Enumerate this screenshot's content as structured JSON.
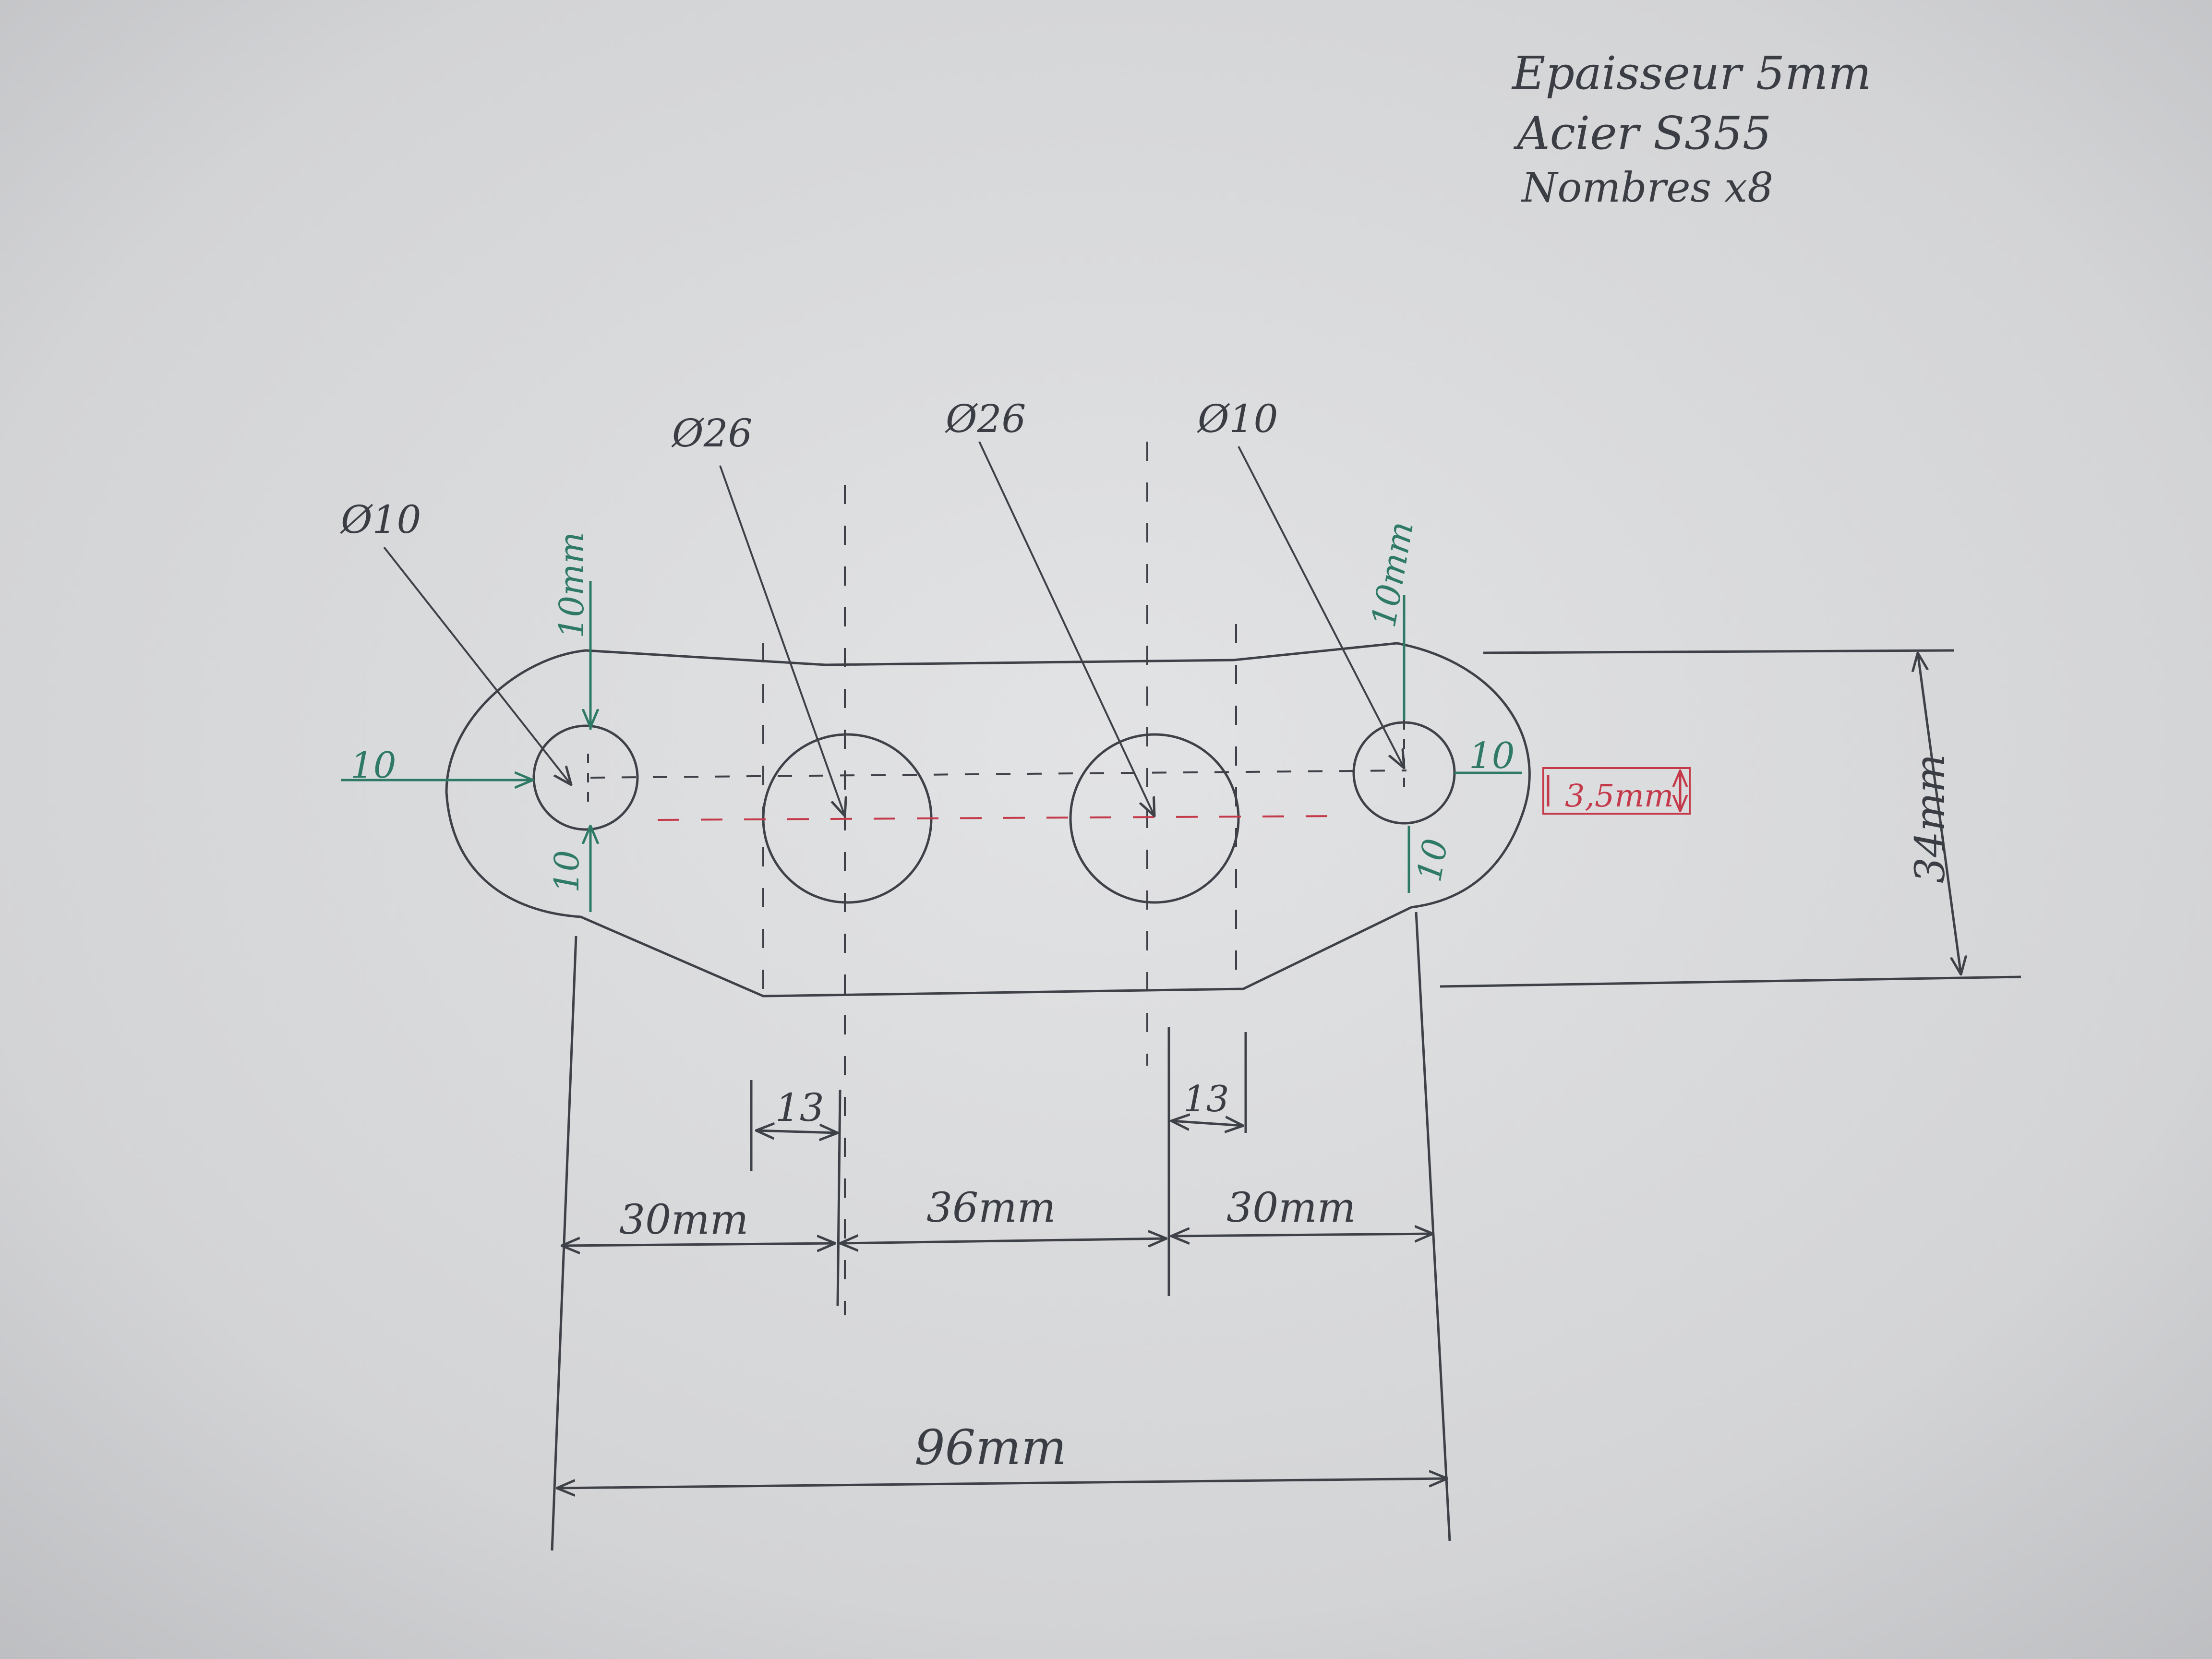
{
  "notes": {
    "thickness": "Epaisseur 5mm",
    "material": "Acier S355",
    "quantity": "Nombres x8"
  },
  "hole_labels": {
    "left_small": "Ø10",
    "left_large": "Ø26",
    "right_large": "Ø26",
    "right_small": "Ø10"
  },
  "dimensions": {
    "left_margin": "10",
    "left_top": "10mm",
    "left_bottom": "10",
    "right_margin": "10",
    "right_top": "10mm",
    "right_bottom": "10",
    "offset": "3,5mm",
    "height": "34mm",
    "chamfer_left": "13",
    "chamfer_right": "13",
    "span_left": "30mm",
    "span_middle": "36mm",
    "span_right": "30mm",
    "overall": "96mm"
  },
  "colors": {
    "paper": "#d6d7d9",
    "pencil": "#3e4148",
    "green": "#2f7a66",
    "red": "#c43a4a"
  }
}
